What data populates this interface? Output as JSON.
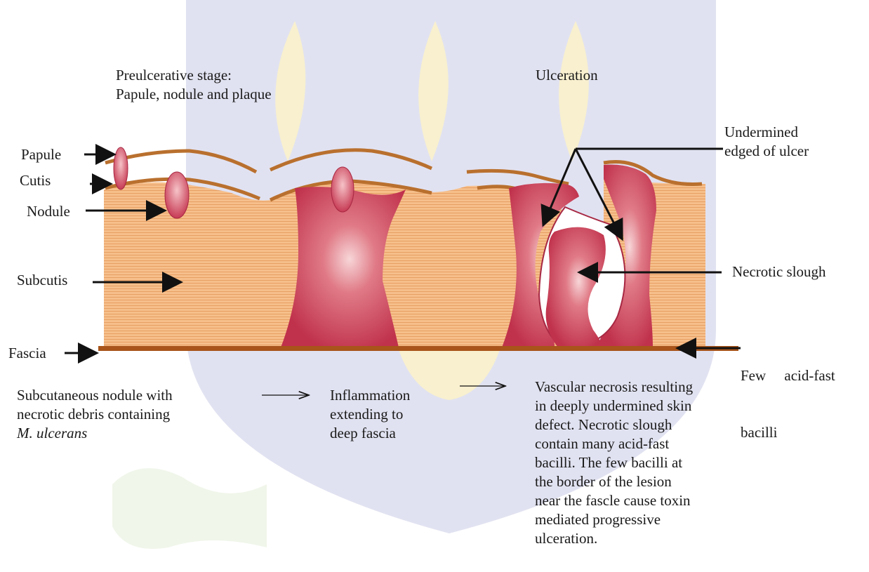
{
  "stages": {
    "preulcerative": [
      "Preulcerative stage:",
      "Papule, nodule and  plaque"
    ],
    "ulceration": "Ulceration"
  },
  "structures": {
    "papule": "Papule",
    "cutis": "Cutis",
    "nodule": "Nodule",
    "subcutis": "Subcutis",
    "fascia": "Fascia"
  },
  "annotations": {
    "undermined": [
      "Undermined",
      "edged of ulcer"
    ],
    "necrotic_slough": "Necrotic slough",
    "few_bacilli": [
      "Few     acid-fast",
      "bacilli"
    ]
  },
  "captions": {
    "stage1": [
      "Subcutaneous nodule with",
      "necrotic debris containing"
    ],
    "stage1_organism": "M. ulcerans",
    "stage2": [
      "Inflammation",
      "extending to",
      "deep fascia"
    ],
    "stage3": [
      "Vascular necrosis resulting",
      "in deeply undermined skin",
      "defect. Necrotic slough",
      "contain many acid-fast",
      "bacilli. The few bacilli at",
      "the border of the lesion",
      "near the fascle cause toxin",
      "mediated  progressive",
      "ulceration."
    ]
  },
  "colors": {
    "tissue": "#f3b27a",
    "tissue_stripe": "#e89a5c",
    "skin_line": "#b9702e",
    "lesion": "#c23a52",
    "lesion_light": "#f2c4c8",
    "fascia": "#a8541a",
    "watermark": "#c9cbe6",
    "watermark_gold": "#f2e4a8"
  }
}
